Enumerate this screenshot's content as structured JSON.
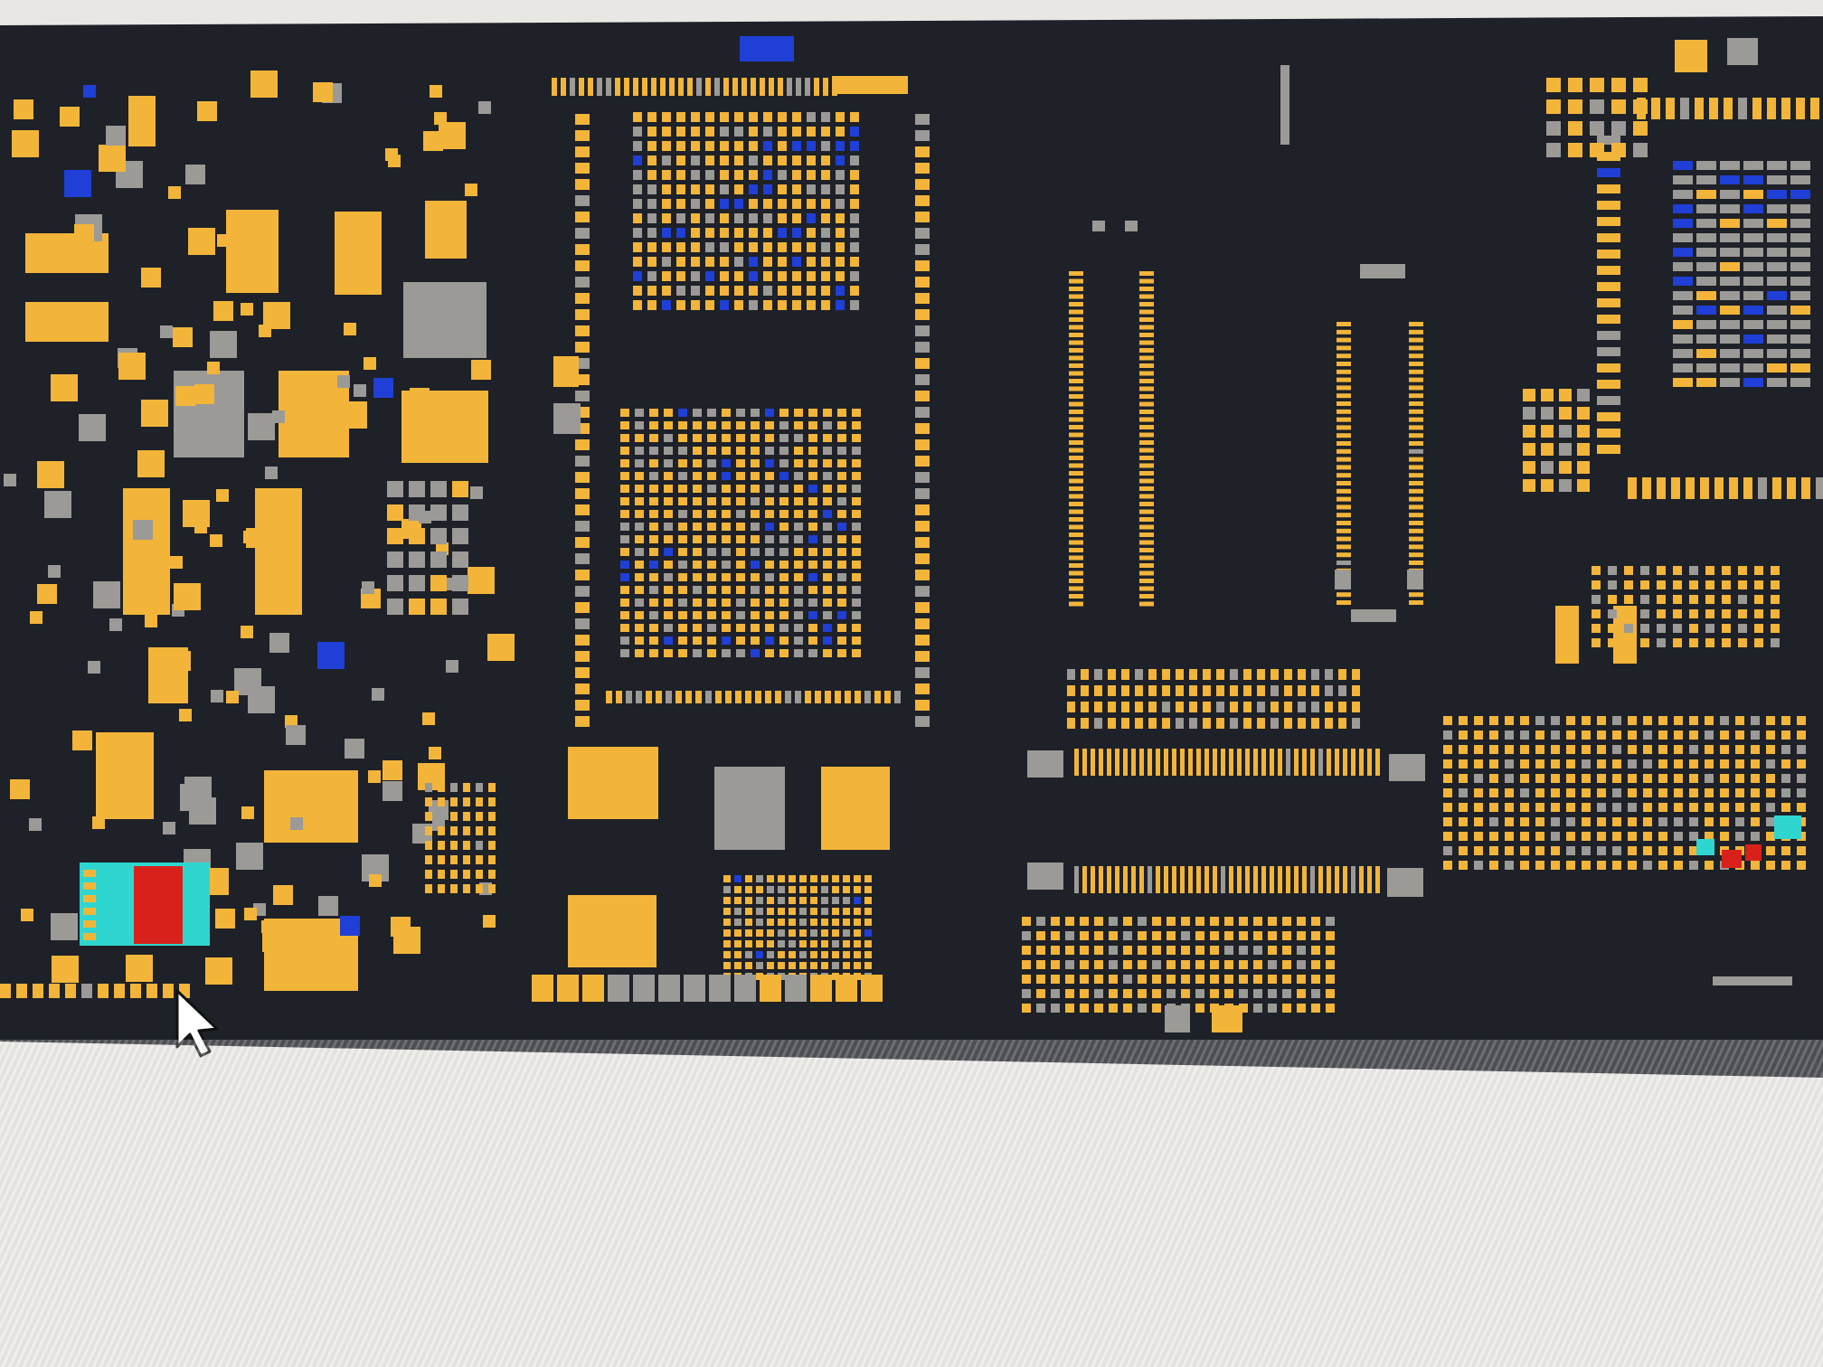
{
  "app": {
    "view": "pcb-boardview"
  },
  "board": {
    "background_color": "#1e2128",
    "pad_colors": {
      "normal": "#f2b53a",
      "ground": "#9c9a96",
      "net": "#1f3fd6",
      "selected": "#d8211a",
      "highlight": "#2fd6d0"
    }
  },
  "components": [
    "left-power-section",
    "main-bga-processor",
    "memory-bga",
    "flex-connector-left",
    "flex-connector-right",
    "horizontal-connector-top",
    "horizontal-connector-bottom",
    "right-bga-chip",
    "selected-component"
  ],
  "cursor": {
    "icon": "arrow-pointer-icon"
  }
}
